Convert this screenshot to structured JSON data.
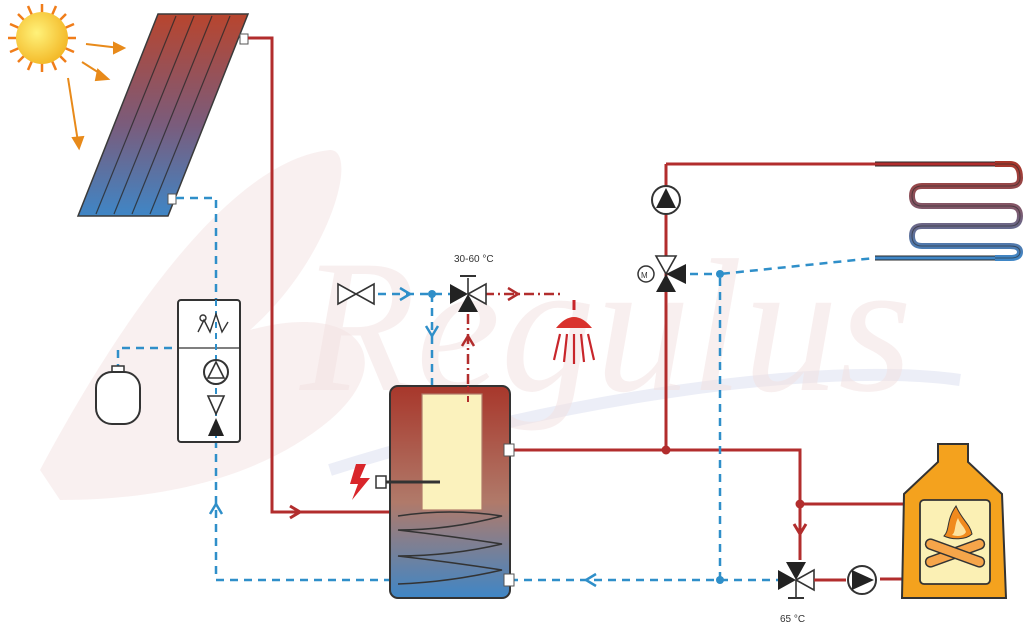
{
  "diagram": {
    "watermark": "Regulus",
    "labels": {
      "mixing_valve_temp": "30-60 °C",
      "boiler_valve_temp": "65 °C"
    },
    "components": [
      "sun-icon",
      "solar-collector",
      "solar-pump-station",
      "expansion-vessel",
      "hot-water-tank",
      "electric-heater",
      "dhw-mixing-valve",
      "cold-water-inlet-valve",
      "shower-head-icon",
      "heating-pump",
      "heating-mixing-valve",
      "floor-heating-coil",
      "fireplace-boiler",
      "boiler-pump",
      "boiler-three-way-valve"
    ],
    "colors": {
      "hot": "#b22d2d",
      "cold": "#2f8fc9",
      "sun": "#f2c12e",
      "sun_rays": "#e88a1a",
      "flame": "#f4a21e",
      "watermark": "#f3e2e2"
    }
  }
}
